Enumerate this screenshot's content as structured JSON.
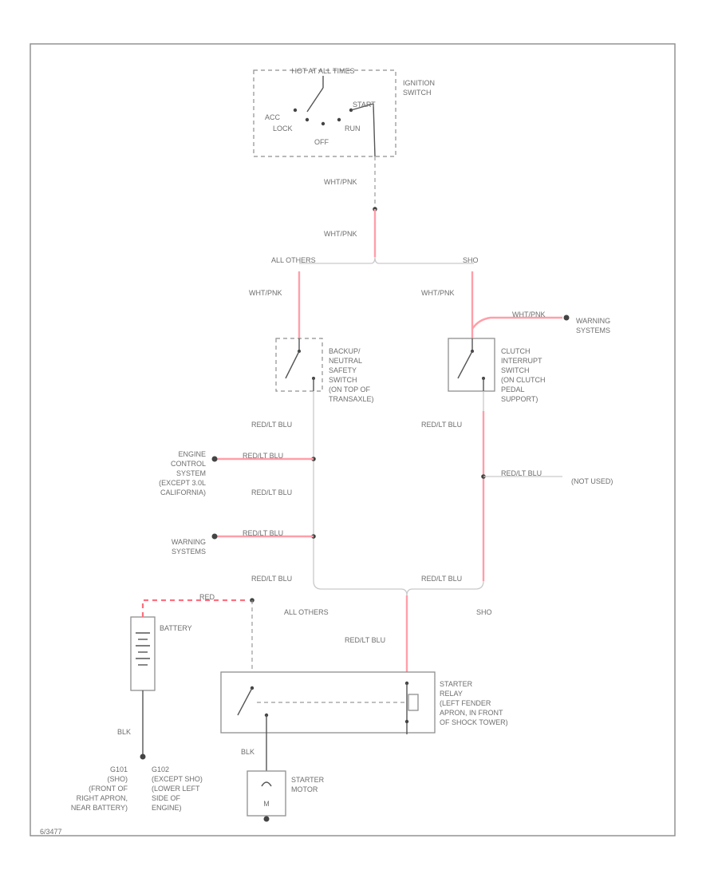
{
  "ignition": {
    "top": "HOT AT ALL TIMES",
    "name": [
      "IGNITION",
      "SWITCH"
    ],
    "acc": "ACC",
    "lock": "LOCK",
    "off": "OFF",
    "run": "RUN",
    "start": "START"
  },
  "wires": {
    "start_a": "WHT/PNK",
    "start_b": "WHT/PNK",
    "left_drop": "WHT/PNK",
    "right_drop": "WHT/PNK",
    "warning_top": "WHT/PNK",
    "left_mid": "RED/LT BLU",
    "right_mid": "RED/LT BLU",
    "ecs_branch": "RED/LT BLU",
    "left_lower": "RED/LT BLU",
    "warn_branch": "RED/LT BLU",
    "left_bottom": "RED/LT BLU",
    "right_bottom": "RED/LT BLU",
    "right_branch": "RED/LT BLU",
    "relay_feed": "RED/LT BLU",
    "battery_feed": "RED",
    "ground": "BLK",
    "motor_feed": "BLK"
  },
  "splits": {
    "top_left": "ALL OTHERS",
    "top_right": "SHO",
    "bottom_left": "ALL OTHERS",
    "bottom_right": "SHO"
  },
  "components": {
    "backup_switch": [
      "BACKUP/",
      "NEUTRAL",
      "SAFETY",
      "SWITCH",
      "(ON TOP OF",
      "TRANSAXLE)"
    ],
    "clutch_switch": [
      "CLUTCH",
      "INTERRUPT",
      "SWITCH",
      "(ON CLUTCH",
      "PEDAL",
      "SUPPORT)"
    ],
    "warning_top": [
      "WARNING",
      "SYSTEMS"
    ],
    "engine_control": [
      "ENGINE",
      "CONTROL",
      "SYSTEM",
      "(EXCEPT 3.0L",
      "CALIFORNIA)"
    ],
    "warning_left": [
      "WARNING",
      "SYSTEMS"
    ],
    "not_used": "(NOT USED)",
    "battery": "BATTERY",
    "starter_relay": [
      "STARTER",
      "RELAY",
      "(LEFT FENDER",
      "APRON, IN FRONT",
      "OF SHOCK TOWER)"
    ],
    "starter_motor": [
      "STARTER",
      "MOTOR"
    ],
    "g101": [
      "G101",
      "(SHO)",
      "(FRONT OF",
      "RIGHT APRON,",
      "NEAR BATTERY)"
    ],
    "g102": [
      "G102",
      "(EXCEPT SHO)",
      "(LOWER LEFT",
      "SIDE OF",
      "ENGINE)"
    ]
  },
  "footer_code": "6/3477"
}
